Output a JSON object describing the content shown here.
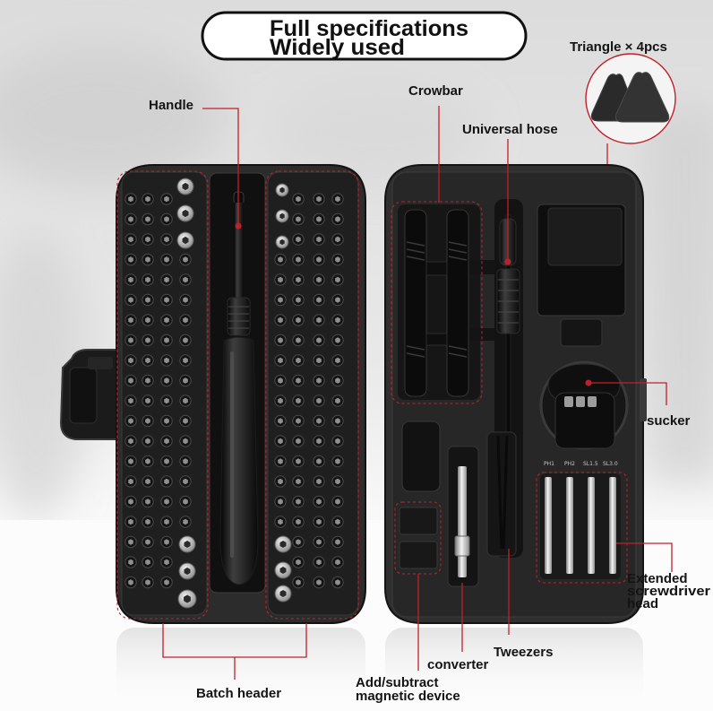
{
  "banner": {
    "line1": "Full specifications",
    "line2": "Widely used"
  },
  "callouts": {
    "triangle": "Triangle × 4pcs",
    "handle": "Handle",
    "crowbar": "Crowbar",
    "universal_hose": "Universal hose",
    "sucker": "sucker",
    "extended_head": {
      "line1": "Extended",
      "line2": "screwdriver",
      "line3": "head"
    },
    "tweezers": "Tweezers",
    "converter": "converter",
    "add_subtract": {
      "line1": "Add/subtract",
      "line2": "magnetic device"
    },
    "batch_header": "Batch header"
  },
  "extended_bit_labels": [
    "PH1",
    "PH2",
    "SL1.5",
    "SL3.0"
  ],
  "colors": {
    "accent": "#c0202b",
    "case": "#2c2c2c",
    "banner_border": "#111111"
  }
}
